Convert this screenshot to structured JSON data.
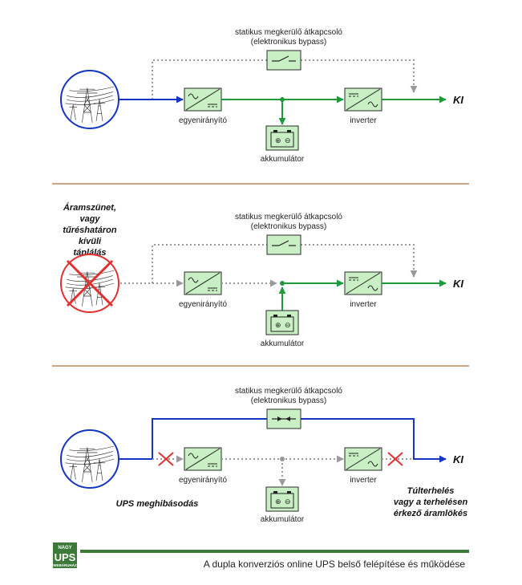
{
  "bypass": {
    "line1": "statikus megkerülő átkapcsoló",
    "line2": "(elektronikus bypass)"
  },
  "labels": {
    "rectifier": "egyenirányító",
    "inverter": "inverter",
    "battery": "akkumulátor",
    "output": "KI"
  },
  "panel2": {
    "outage_lines": [
      "Áramszünet,",
      "vagy",
      "tűréshatáron",
      "kívüli",
      "táplálás"
    ]
  },
  "panel3": {
    "ups_fault": "UPS meghibásodás",
    "overload_lines": [
      "Túlterhelés",
      "vagy a terhelésen",
      "érkező áramlökés"
    ]
  },
  "footer": {
    "logo_top": "NAGY",
    "logo_mid": "UPS",
    "logo_bottom": "WEBÁRUHÁZ",
    "caption": "A dupla konverziós online UPS belső felépítése és működése"
  },
  "colors": {
    "active_green": "#1e9a3c",
    "bypass_blue": "#1533c4",
    "inactive_gray": "#9a9a9a",
    "box_fill": "#c9f0c4",
    "divider": "#b78a5e",
    "footer_bar": "#3d7a3a",
    "cross_red": "#e03030"
  }
}
